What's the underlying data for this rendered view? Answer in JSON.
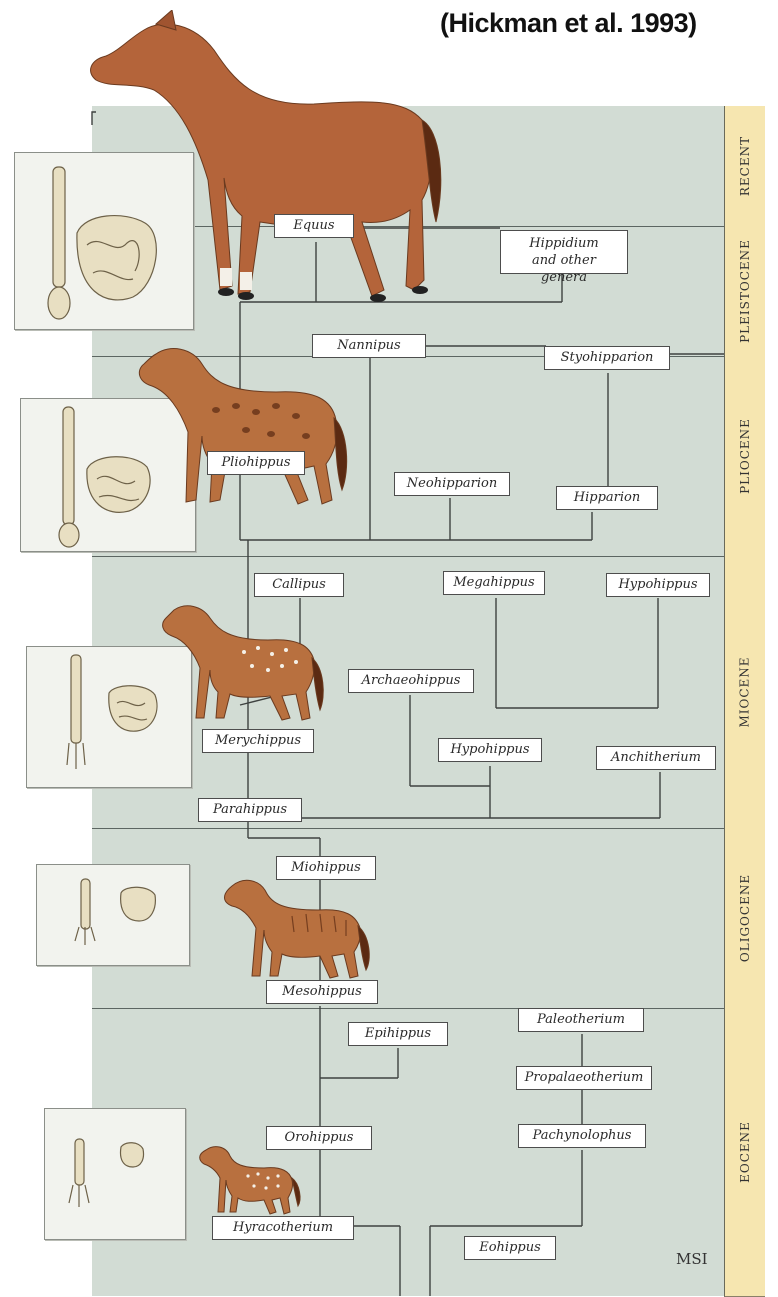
{
  "citation": "(Hickman et al. 1993)",
  "eras": [
    "RECENT",
    "PLEISTOCENE",
    "PLIOCENE",
    "MIOCENE",
    "OLIGOCENE",
    "EOCENE"
  ],
  "genera": {
    "equus": "Equus",
    "hippidium": "Hippidium and other genera",
    "nannipus": "Nannipus",
    "styohipparion": "Styohipparion",
    "pliohippus": "Pliohippus",
    "neohipparion": "Neohipparion",
    "hipparion": "Hipparion",
    "callipus": "Callipus",
    "megahippus": "Megahippus",
    "hypohippus_top": "Hypohippus",
    "archaeohippus": "Archaeohippus",
    "merychippus": "Merychippus",
    "hypohippus_mid": "Hypohippus",
    "anchitherium": "Anchitherium",
    "parahippus": "Parahippus",
    "miohippus": "Miohippus",
    "mesohippus": "Mesohippus",
    "epihippus": "Epihippus",
    "paleotherium": "Paleotherium",
    "propalaeotherium": "Propalaeotherium",
    "orohippus": "Orohippus",
    "pachynolophus": "Pachynolophus",
    "hyracotherium": "Hyracotherium",
    "eohippus": "Eohippus"
  },
  "signature": "MSI",
  "colors": {
    "panel": "#cfd9d1",
    "era_strip": "#f6e6b0",
    "horse_equus": "#b4643a",
    "horse_spotted": "#b8703f",
    "lines": "#3e4240"
  },
  "icons": [
    "horse-illustration",
    "foot-bone-fossil",
    "molar-tooth-fossil"
  ]
}
